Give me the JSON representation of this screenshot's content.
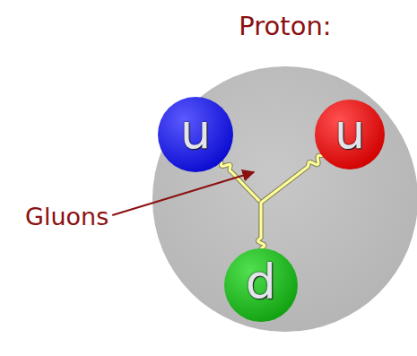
{
  "diagram": {
    "title": "Proton:",
    "nodes": [
      {
        "text": [
          "u"
        ]
      },
      {
        "text": [
          "u"
        ]
      },
      {
        "text": [
          "d"
        ]
      }
    ],
    "edges": [
      {
        "from": 0,
        "to": 1,
        "arrow": "none"
      },
      {
        "from": 0,
        "to": 2,
        "arrow": "none"
      },
      {
        "from": 1,
        "to": 2,
        "arrow": "none"
      }
    ],
    "labels": [
      "Gluons"
    ]
  }
}
